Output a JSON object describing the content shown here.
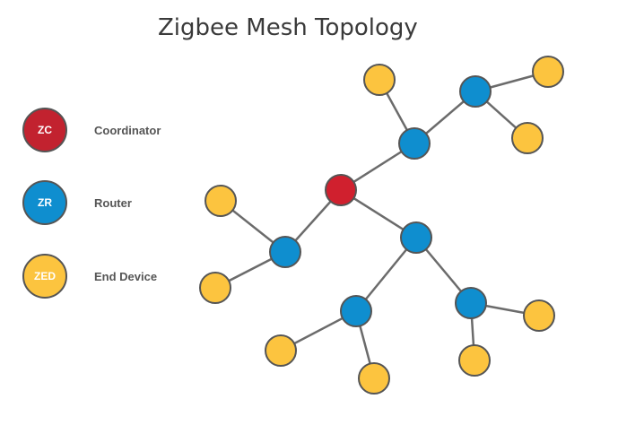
{
  "title": "Zigbee Mesh Topology",
  "colors": {
    "coordinator": "#d0202e",
    "coordinator_legend": "#c2222f",
    "router": "#0f8ecf",
    "end_device": "#fcc43f",
    "stroke": "#555555",
    "edge": "#6b6b6b"
  },
  "legend": [
    {
      "abbr": "ZC",
      "label": "Coordinator",
      "type": "coordinator"
    },
    {
      "abbr": "ZR",
      "label": "Router",
      "type": "router"
    },
    {
      "abbr": "ZED",
      "label": "End Device",
      "type": "end_device"
    }
  ],
  "nodes": [
    {
      "id": "c",
      "type": "coordinator"
    },
    {
      "id": "r1",
      "type": "router"
    },
    {
      "id": "r2",
      "type": "router"
    },
    {
      "id": "r3",
      "type": "router"
    },
    {
      "id": "r4",
      "type": "router"
    },
    {
      "id": "r5",
      "type": "router"
    },
    {
      "id": "r6",
      "type": "router"
    },
    {
      "id": "e1",
      "type": "end_device"
    },
    {
      "id": "e2",
      "type": "end_device"
    },
    {
      "id": "e3",
      "type": "end_device"
    },
    {
      "id": "e4",
      "type": "end_device"
    },
    {
      "id": "e5",
      "type": "end_device"
    },
    {
      "id": "e6",
      "type": "end_device"
    },
    {
      "id": "e7",
      "type": "end_device"
    },
    {
      "id": "e8",
      "type": "end_device"
    },
    {
      "id": "e9",
      "type": "end_device"
    },
    {
      "id": "e10",
      "type": "end_device"
    },
    {
      "id": "e11",
      "type": "end_device"
    }
  ],
  "edges": [
    [
      "c",
      "r1"
    ],
    [
      "c",
      "r3"
    ],
    [
      "c",
      "r4"
    ],
    [
      "r1",
      "r2"
    ],
    [
      "r1",
      "e1"
    ],
    [
      "r2",
      "e2"
    ],
    [
      "r2",
      "e3"
    ],
    [
      "r3",
      "e4"
    ],
    [
      "r3",
      "e5"
    ],
    [
      "r4",
      "r5"
    ],
    [
      "r4",
      "r6"
    ],
    [
      "r5",
      "e6"
    ],
    [
      "r5",
      "e7"
    ],
    [
      "r6",
      "e8"
    ],
    [
      "r6",
      "e9"
    ]
  ]
}
